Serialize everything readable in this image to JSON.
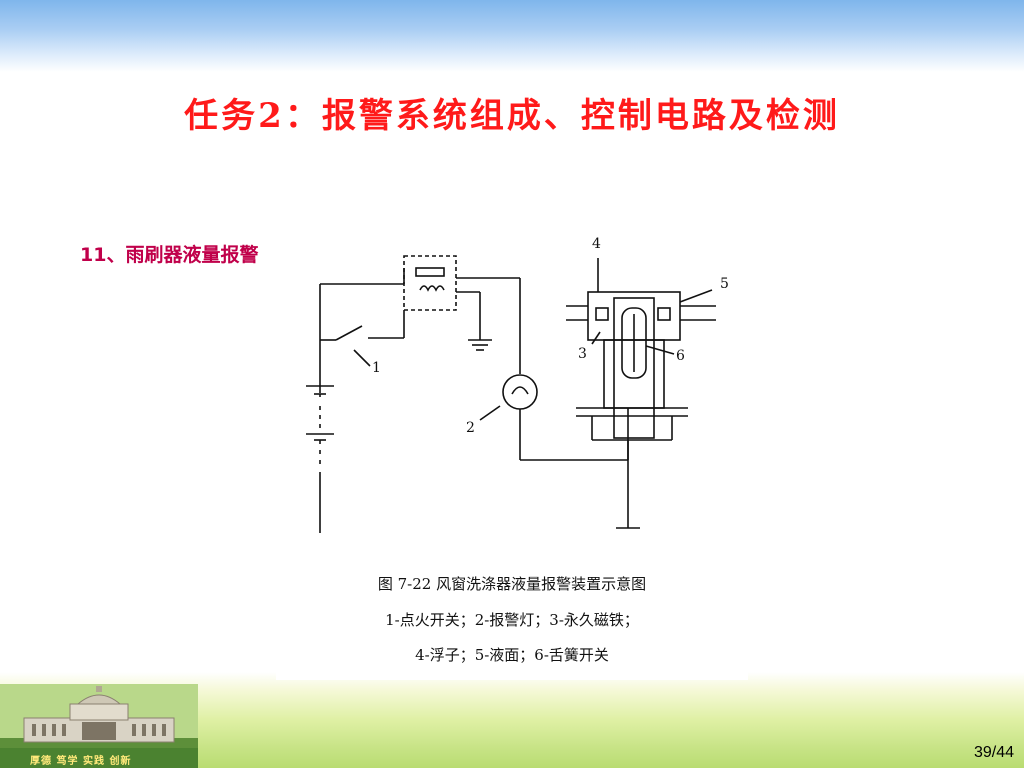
{
  "slide": {
    "title": "任务2：报警系统组成、控制电路及检测",
    "subheading": "11、雨刷器液量报警",
    "page_number": "39/44"
  },
  "figure": {
    "caption_line1": "图 7-22   风窗洗涤器液量报警装置示意图",
    "caption_line2": "1-点火开关；2-报警灯；3-永久磁铁；",
    "caption_line3": "4-浮子；5-液面；6-舌簧开关",
    "labels": {
      "l1": "1",
      "l2": "2",
      "l3": "3",
      "l4": "4",
      "l5": "5",
      "l6": "6"
    }
  },
  "footer": {
    "motto": "厚德 笃学 实践 创新"
  },
  "colors": {
    "title": "#ff1a1a",
    "subheading": "#c0004a"
  }
}
